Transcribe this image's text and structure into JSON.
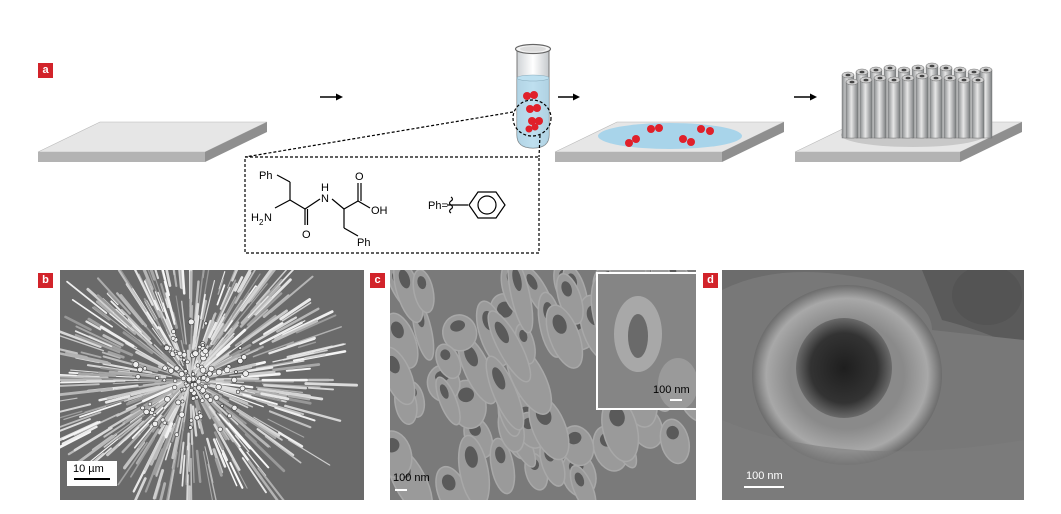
{
  "panels": {
    "a": {
      "label": "a"
    },
    "b": {
      "label": "b",
      "scale_label": "10 µm"
    },
    "c": {
      "label": "c",
      "scale_label": "100 nm",
      "inset_scale_label": "100 nm"
    },
    "d": {
      "label": "d",
      "scale_label": "100 nm"
    }
  },
  "molecule": {
    "ph_top": "Ph",
    "nh": "N",
    "nh_h": "H",
    "h2n": "H",
    "h2n_sub": "2",
    "h2n_n": "N",
    "o_amide": "O",
    "o_acid": "O",
    "oh": "OH",
    "ph_bottom": "Ph",
    "ph_def": "Ph="
  },
  "colors": {
    "tag": "#d2232a",
    "droplet": "#e0202a",
    "liquid": "#a8d4ea"
  }
}
